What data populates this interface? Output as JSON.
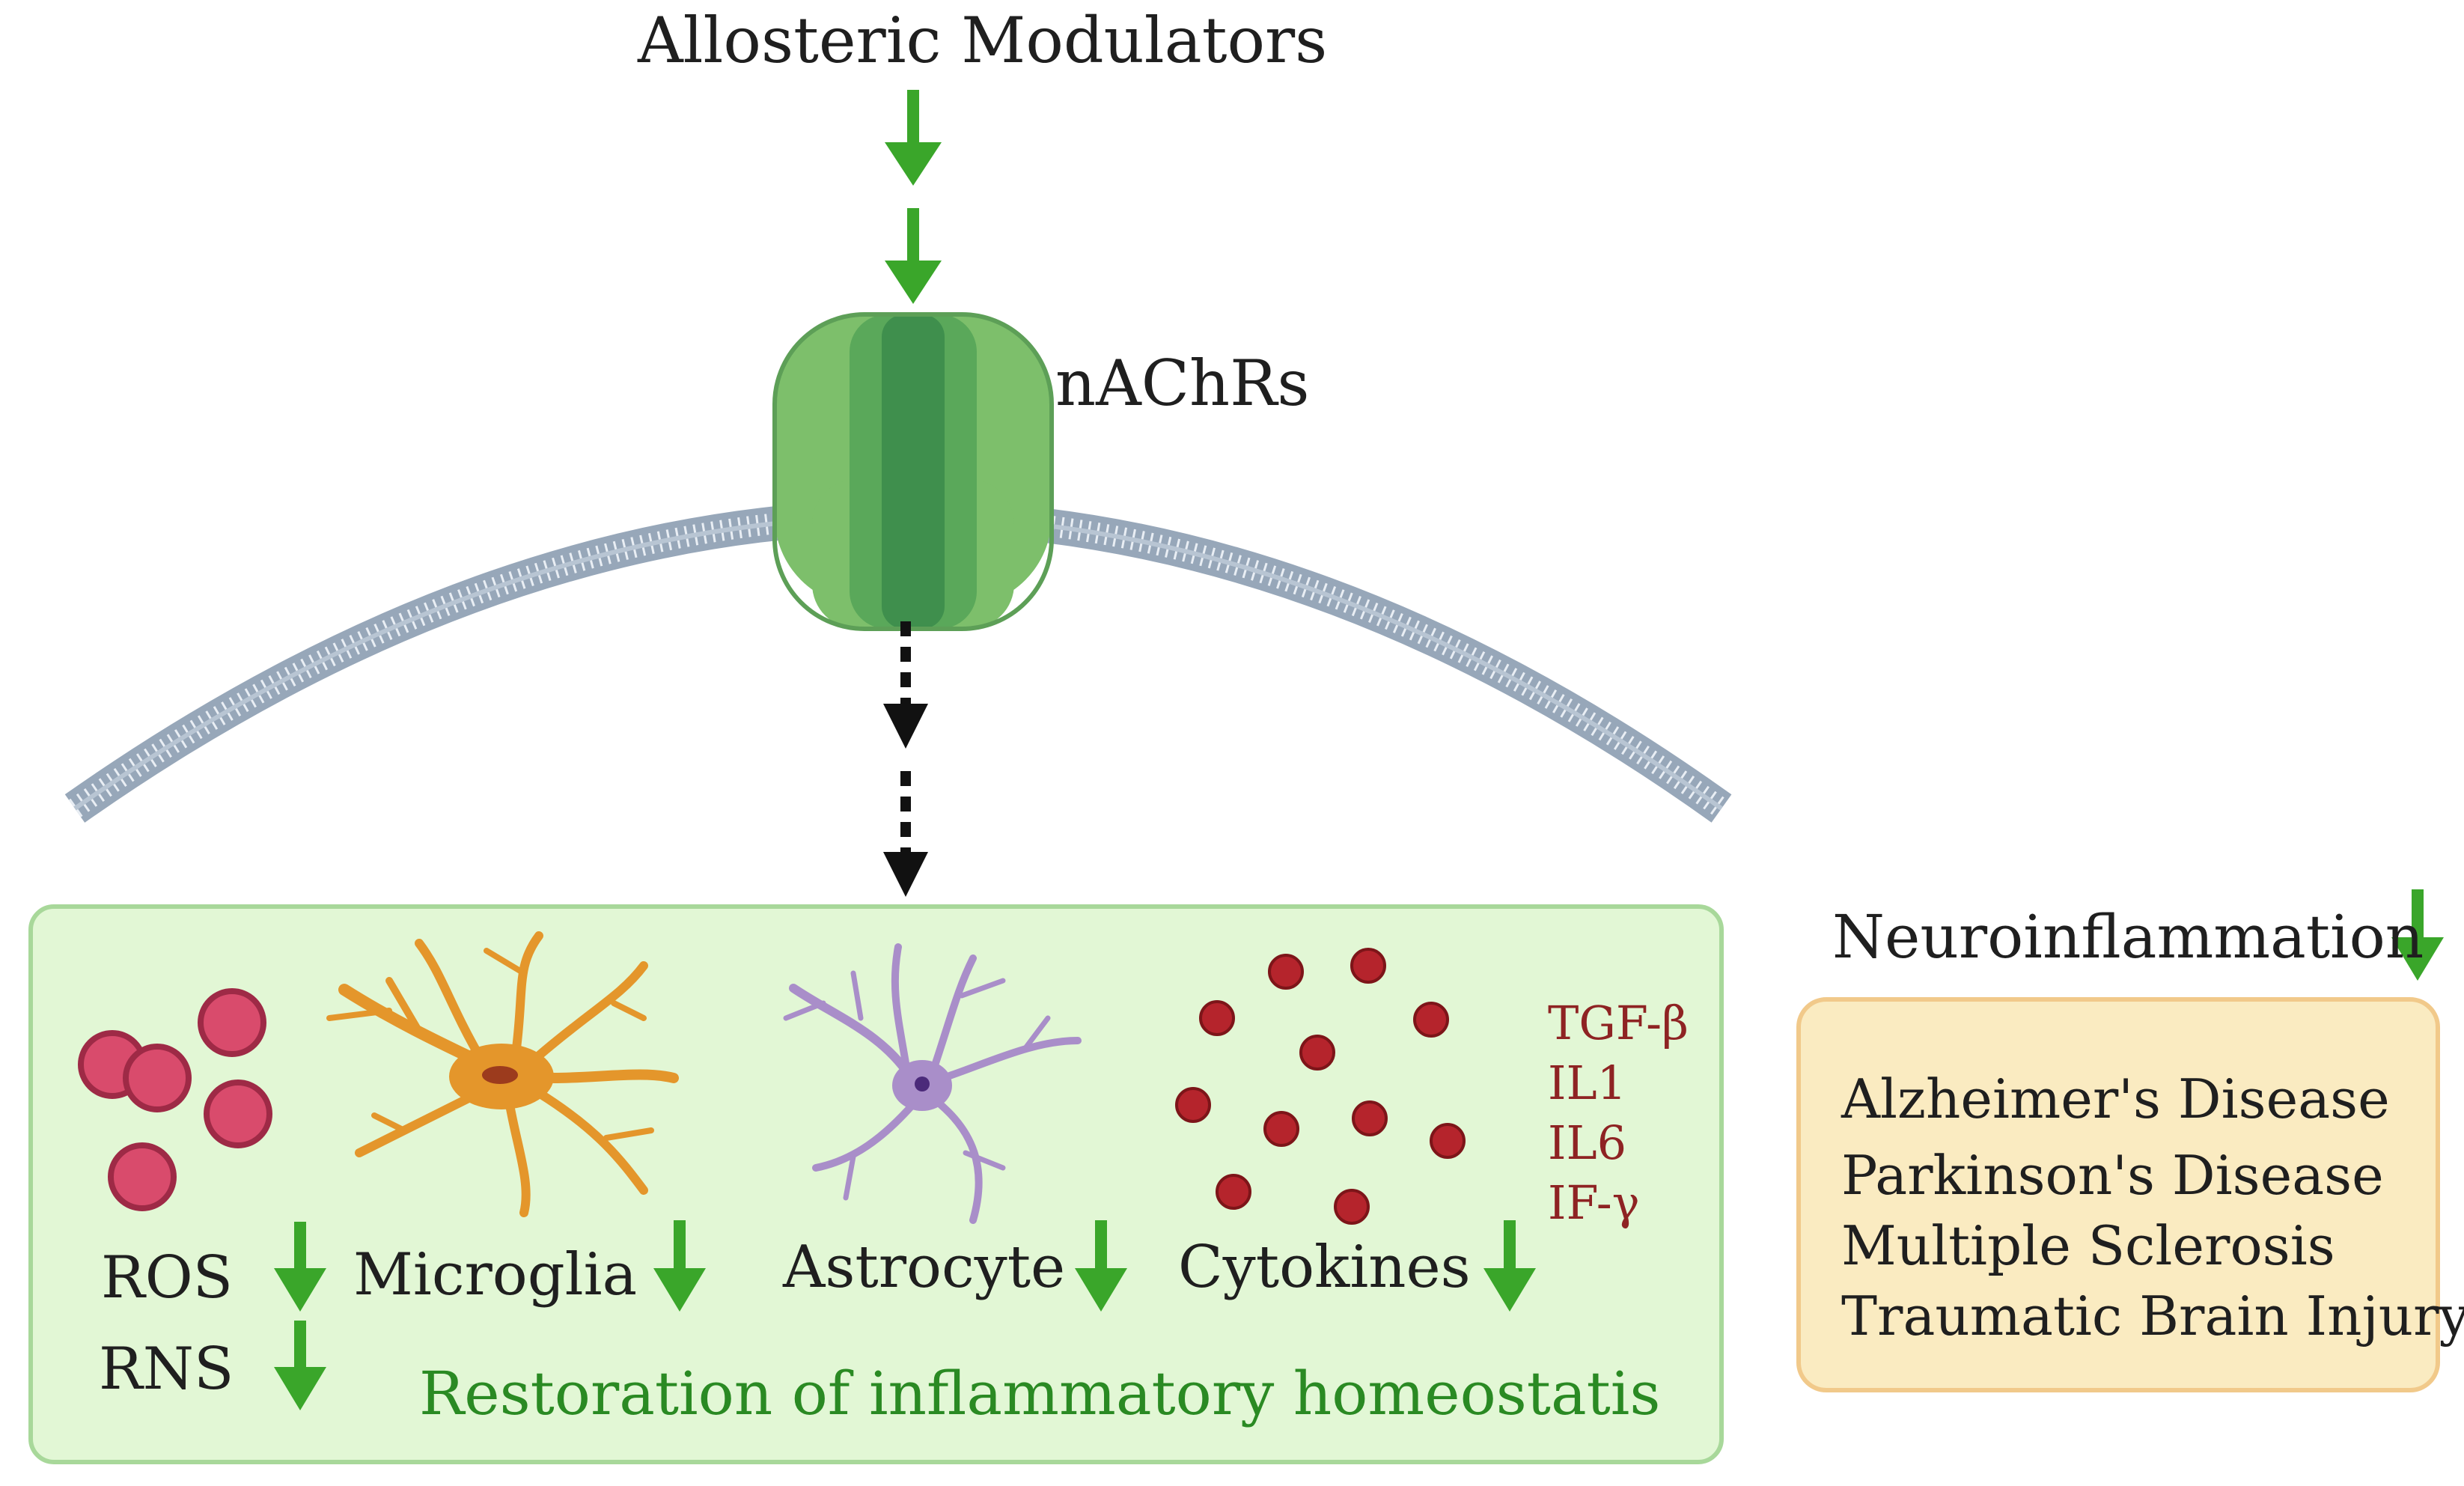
{
  "labels": {
    "top": "Allosteric Modulators",
    "receptor": "nAChRs",
    "ros": "ROS",
    "rns": "RNS",
    "microglia": "Microglia",
    "astrocyte": "Astrocyte",
    "cytokines": "Cytokines",
    "restoration": "Restoration of inflammatory homeostatis",
    "neuroinflammation": "Neuroinflammation"
  },
  "cytokine_list": [
    "TGF-β",
    "IL1",
    "IL6",
    "IF-γ"
  ],
  "diseases": [
    "Alzheimer's Disease",
    "Parkinson's Disease",
    "Multiple Sclerosis",
    "Traumatic Brain Injury"
  ],
  "colors": {
    "arrow_green": "#3aa62a",
    "text_green": "#2a8a23",
    "cytokine_text": "#8e2323",
    "receptor_light": "#7dbf6b",
    "receptor_dark": "#3f8f4d",
    "microglia": "#e4962b",
    "astrocyte": "#a98ec9",
    "ros_fill": "#d94b6c",
    "cytokine_dot": "#b5242c",
    "panel_green": "#e2f7d5",
    "panel_yellow": "#faebc1"
  },
  "icons": [
    "down-arrow-icon",
    "dashed-down-arrow-icon",
    "receptor-channel-icon",
    "membrane-arc",
    "ros-particle-icon",
    "microglia-cell-icon",
    "astrocyte-cell-icon",
    "cytokine-dot-icon"
  ]
}
